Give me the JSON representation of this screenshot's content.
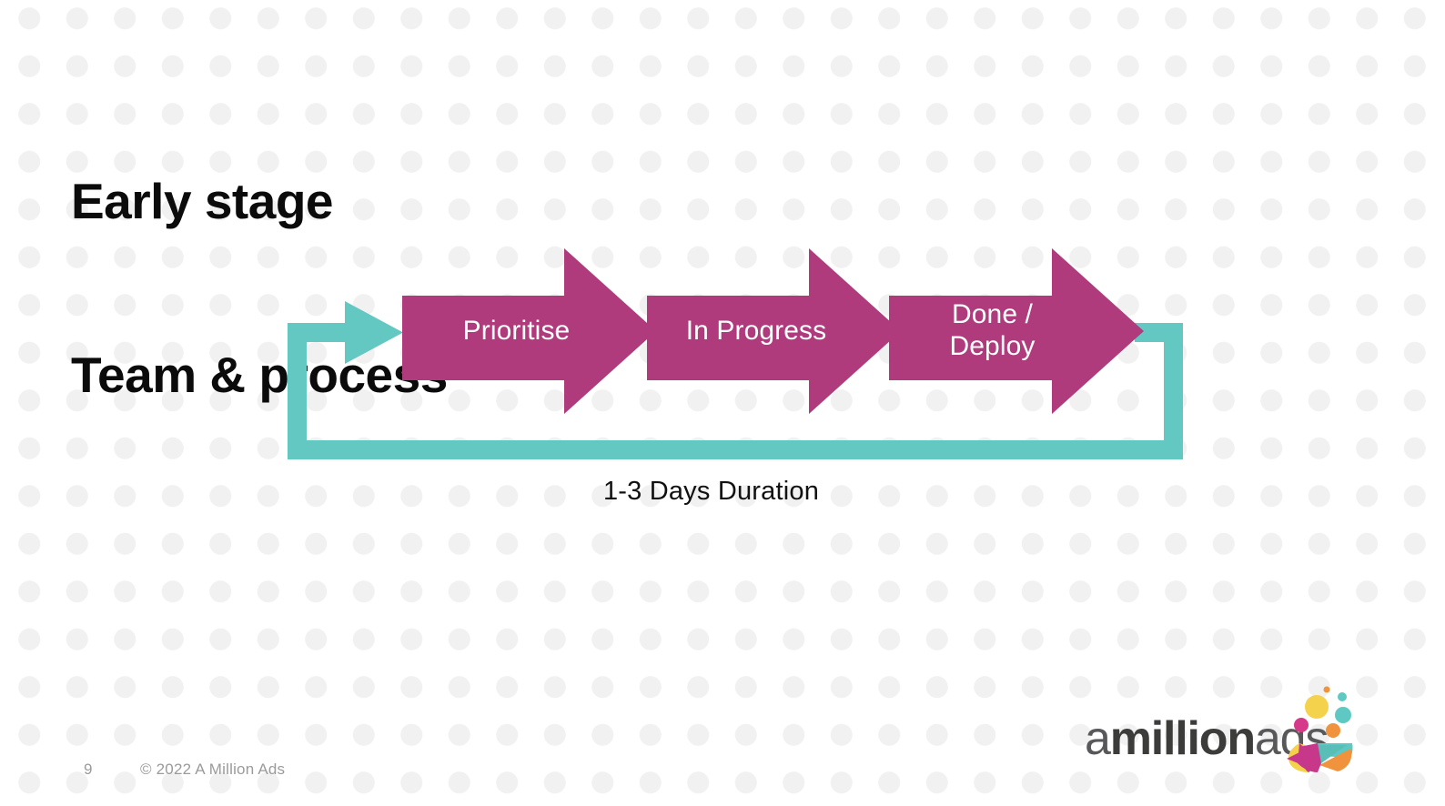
{
  "slide": {
    "title_line1": "Early stage",
    "title_line2": "Team & process",
    "caption": "1-3 Days Duration",
    "background_color": "#ffffff",
    "dot_color": "#f1f1f1"
  },
  "process": {
    "accent_color": "#af3b7c",
    "loop_color": "#63c8c2",
    "steps": [
      {
        "label": "Prioritise"
      },
      {
        "label": "In Progress"
      },
      {
        "label": "Done /\nDeploy"
      }
    ],
    "loop_icon": "loop-back-arrow-icon"
  },
  "footer": {
    "page_number": "9",
    "copyright": "© 2022 A Million Ads"
  },
  "logo": {
    "text_part1": "a",
    "text_part2": "million",
    "text_part3": "ads",
    "mark_icon": "amillionads-bubble-icon",
    "colors": {
      "pink": "#d6398a",
      "orange": "#f0933c",
      "yellow": "#f5d24b",
      "teal": "#5ec8c3",
      "magenta": "#c8388a"
    }
  }
}
